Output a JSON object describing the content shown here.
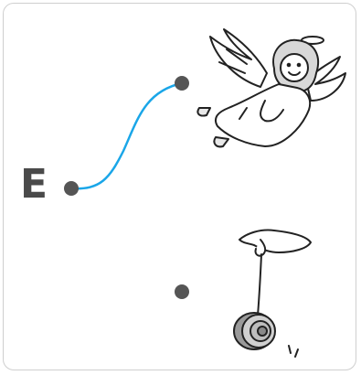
{
  "exercise": {
    "letter": "E",
    "items": [
      {
        "id": "angel",
        "icon": "angel-icon"
      },
      {
        "id": "yoyo",
        "icon": "yoyo-icon"
      }
    ],
    "connection": {
      "from": "E",
      "to": "angel"
    },
    "colors": {
      "line": "#1aa6e8",
      "dot": "#555555",
      "letter": "#4a4a4a"
    }
  }
}
